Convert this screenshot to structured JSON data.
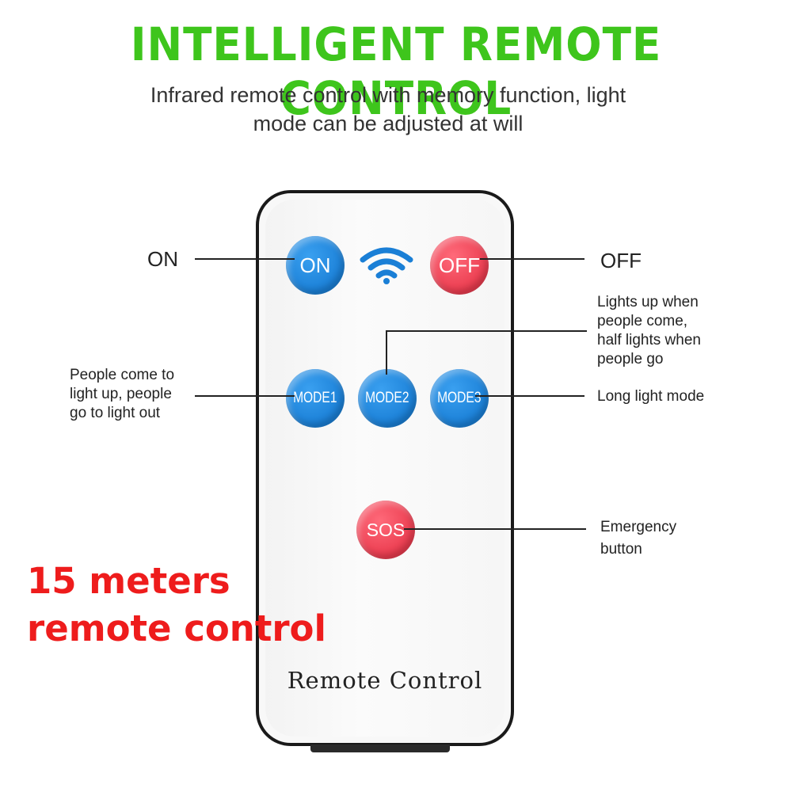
{
  "header": {
    "title": "INTELLIGENT REMOTE CONTROL",
    "subtitle_line1": "Infrared remote control with memory function, light",
    "subtitle_line2": "mode can be adjusted at will"
  },
  "remote": {
    "buttons": {
      "on": "ON",
      "off": "OFF",
      "mode1": "MODE1",
      "mode2": "MODE2",
      "mode3": "MODE3",
      "sos": "SOS"
    },
    "label": "Remote Control"
  },
  "callouts": {
    "on": "ON",
    "off": "OFF",
    "mode1": [
      "People come to",
      "light up, people",
      "go to light out"
    ],
    "mode2": [
      "Lights up when",
      "people come,",
      "half lights when",
      "people go"
    ],
    "mode3": "Long light mode",
    "sos": [
      "Emergency",
      "button"
    ]
  },
  "promo": {
    "line1": "15 meters",
    "line2": "remote control"
  },
  "colors": {
    "title_green": "#3ec51c",
    "button_blue": "#1a7fd6",
    "button_red": "#ea3b4e",
    "promo_red": "#ee1c1c"
  }
}
